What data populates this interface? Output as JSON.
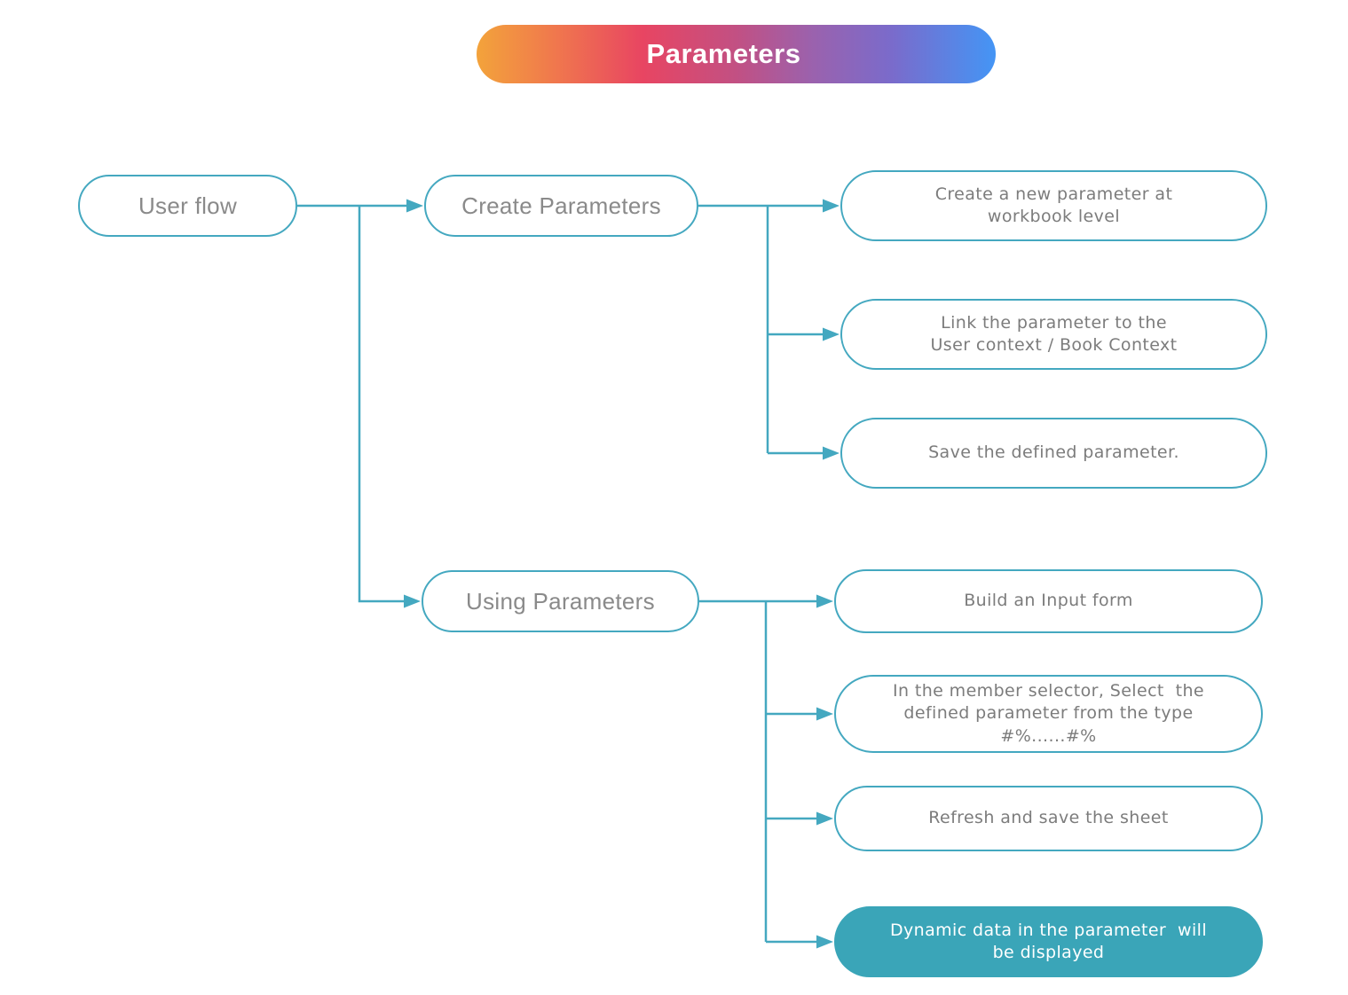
{
  "title": {
    "label": "Parameters"
  },
  "colors": {
    "line": "#44A8C0",
    "node_fill": "#3AA5B8",
    "text_left": "#8A8A8A",
    "text_right": "#7C7C7C",
    "g1": "#F3A33B",
    "g2": "#F0784D",
    "g3": "#E84562",
    "g4": "#C25083",
    "g5": "#9A62AE",
    "g6": "#7A6BCB",
    "g7": "#4495F5"
  },
  "flow": {
    "root": "User flow",
    "create": "Create Parameters",
    "using": "Using Parameters",
    "create_steps": [
      "Create a new parameter at\nworkbook level",
      "Link the parameter to the\nUser context / Book Context",
      "Save the defined parameter."
    ],
    "using_steps": [
      "Build an Input form",
      "In the member selector, Select  the\ndefined parameter from the type\n#%......#%",
      "Refresh and save the sheet",
      "Dynamic data in the parameter  will\nbe displayed"
    ]
  }
}
